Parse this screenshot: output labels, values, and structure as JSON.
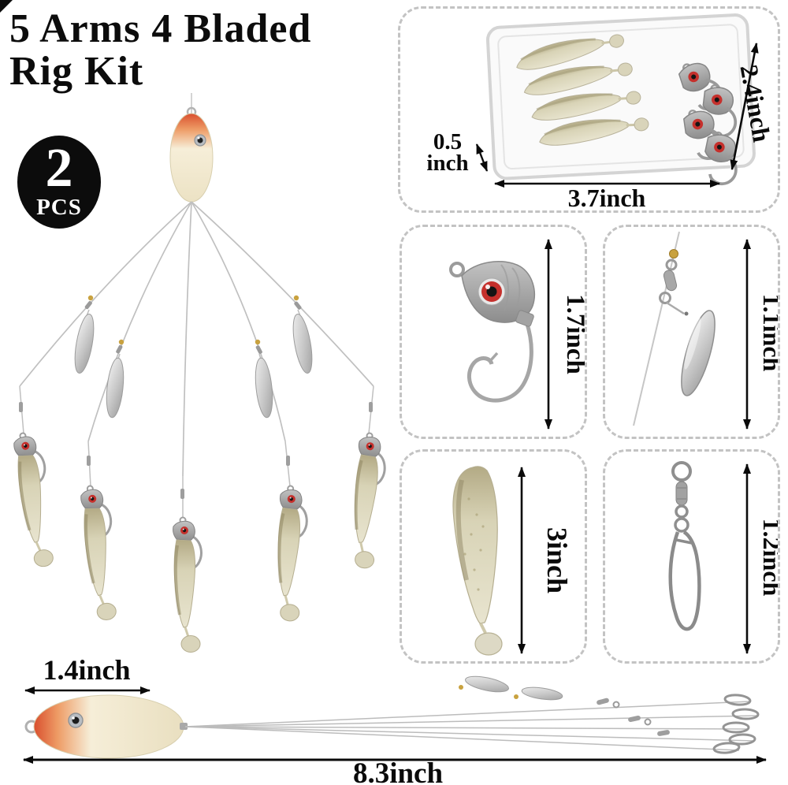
{
  "product": {
    "title_line1": "5 Arms 4 Bladed",
    "title_line2": "Rig Kit",
    "badge_count": "2",
    "badge_unit": "PCS"
  },
  "tackle_box_panel": {
    "depth_value": "0.5",
    "depth_unit": "inch",
    "length_label": "3.7inch",
    "width_label": "2.4inch"
  },
  "jig_head_panel": {
    "size_label": "1.7inch"
  },
  "blade_panel": {
    "size_label": "1.1inch"
  },
  "soft_bait_panel": {
    "size_label": "3inch"
  },
  "snap_swivel_panel": {
    "size_label": "1.2inch"
  },
  "rig_bottom": {
    "lure_length_label": "1.4inch",
    "total_length_label": "8.3inch"
  },
  "colors": {
    "badge_black": "#0c0c0c",
    "eye_red": "#c5302c",
    "lure_orange": "#dd5a33",
    "bait_tan": "#d9d4ba",
    "hardware_silver": "#a8a8a8",
    "panel_dash_gray": "#c3c3c3"
  }
}
